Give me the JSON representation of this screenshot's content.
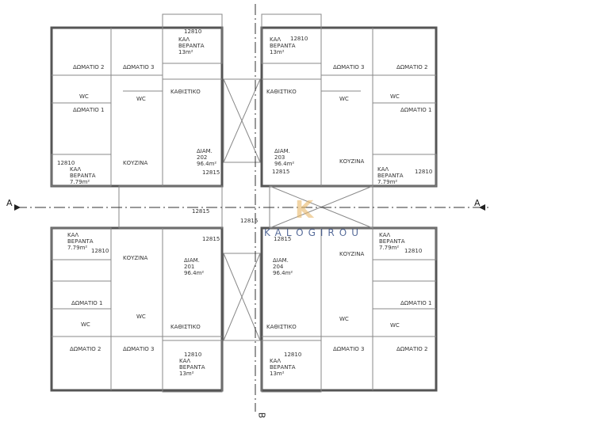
{
  "section_marks": {
    "a": "A",
    "b": "B"
  },
  "watermark": {
    "text": "KALOGIROU",
    "logo": "K"
  },
  "room": {
    "r1": "ΔΩΜΑΤΙΟ 1",
    "r2": "ΔΩΜΑΤΙΟ 2",
    "r3": "ΔΩΜΑΤΙΟ 3",
    "wc": "WC",
    "living": "ΚΑΘΙΣΤΙΚΟ",
    "kitchen": "ΚΟΥΖΙΝΑ"
  },
  "veranda": {
    "big": "ΚΑΛ\nΒΕΡΑΝΤΑ\n13m²",
    "small": "ΚΑΛ\nΒΕΡΑΝΤΑ\n7.79m²"
  },
  "apartments": [
    {
      "label": "ΔΙΑΜ.\n202\n96.4m²"
    },
    {
      "label": "ΔΙΑΜ.\n203\n96.4m²"
    },
    {
      "label": "ΔΙΑΜ.\n201\n96.4m²"
    },
    {
      "label": "ΔΙΑΜ.\n204\n96.4m²"
    }
  ],
  "codes": {
    "c1": "12810",
    "c2": "12815"
  },
  "colors": {
    "wall": "#555555",
    "line": "#999999",
    "watermark": "#1e3a78",
    "logo": "#e8b86a"
  }
}
